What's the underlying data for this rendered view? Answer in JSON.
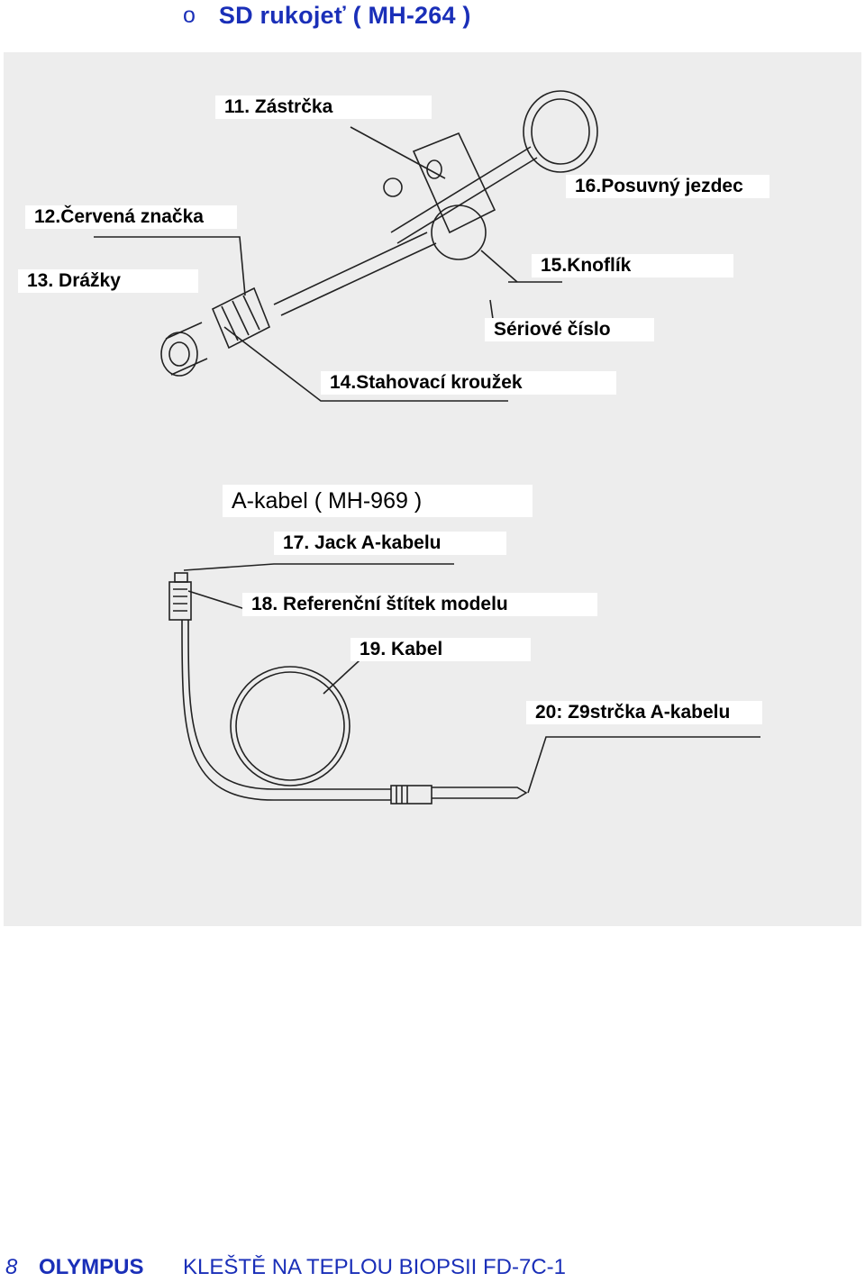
{
  "heading": {
    "bullet": "o",
    "title": "SD rukojeť ( MH-264 )"
  },
  "figure": {
    "labels": {
      "l11": "11. Zástrčka",
      "l12": "12.Červená značka",
      "l13": "13. Drážky",
      "l14": "14.Stahovací kroužek",
      "l15": "15.Knoflík",
      "l16": "16.Posuvný jezdec",
      "serial": "Sériové číslo",
      "cable_title": "A-kabel ( MH-969 )",
      "l17": "17. Jack A-kabelu",
      "l18": "18. Referenční štítek modelu",
      "l19": "19. Kabel",
      "l20": "20: Z9strčka A-kabelu"
    }
  },
  "footer": {
    "page_number": "8",
    "brand": "OLYMPUS",
    "doc_title": "KLEŠTĚ NA TEPLOU BIOPSII  FD-7C-1"
  },
  "colors": {
    "heading": "#1a2fb8",
    "figure_bg": "#ededed"
  }
}
